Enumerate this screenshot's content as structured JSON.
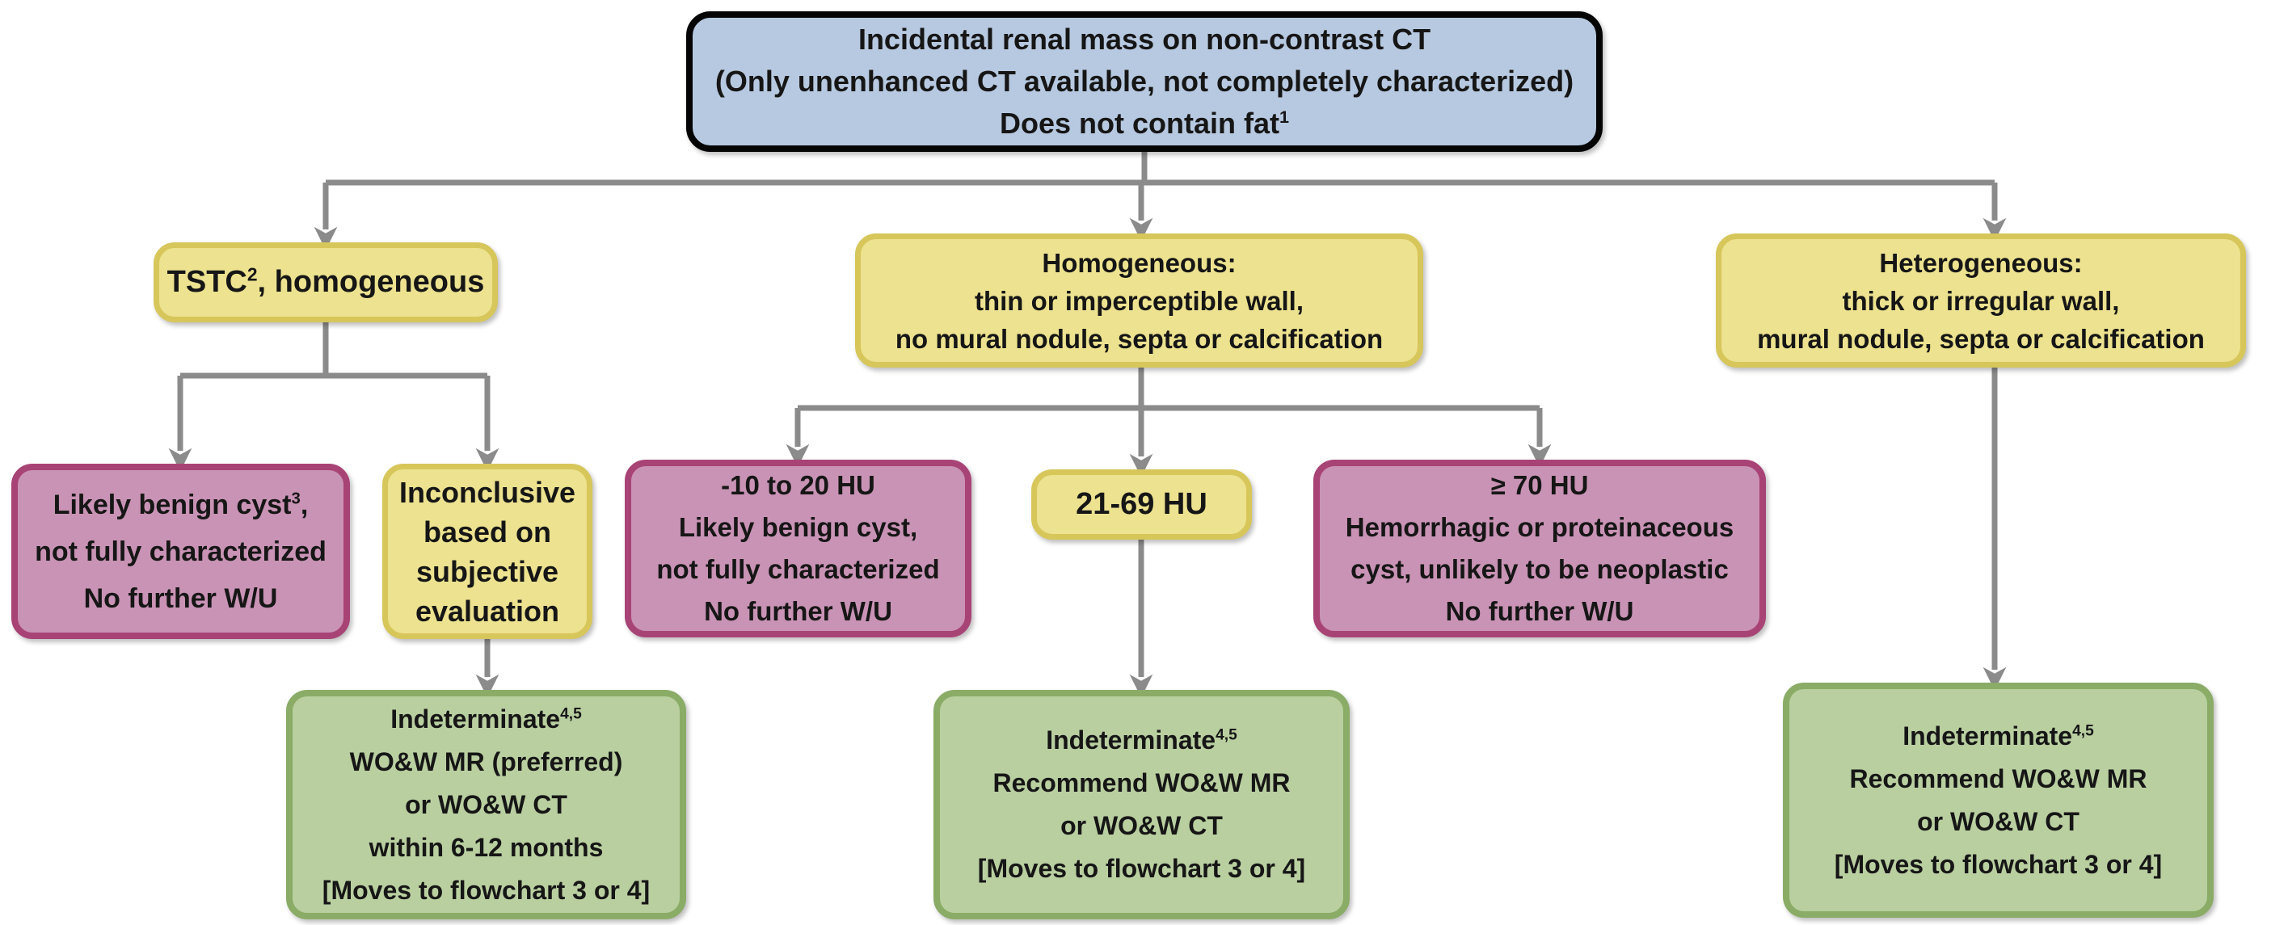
{
  "palette": {
    "background": "#ffffff",
    "connector": "#8b8b8b",
    "box_blue_fill": "#b7c9e0",
    "box_blue_border": "#050505",
    "box_yellow_fill": "#ece28f",
    "box_yellow_border": "#d7c65a",
    "box_pink_fill": "#c993b5",
    "box_pink_border": "#a84376",
    "box_green_fill": "#b9cfa0",
    "box_green_border": "#8aac66",
    "text_color": "#161616"
  },
  "nodes": {
    "root": {
      "title": "Incidental renal mass on non-contrast CT",
      "line2": "(Only unenhanced CT available, not completely characterized)",
      "line3_pre": "Does not contain fat",
      "line3_sup": "1"
    },
    "tstc": {
      "pre": "TSTC",
      "sup": "2",
      "post": ", homogeneous"
    },
    "homogeneous": {
      "lines": [
        "Homogeneous:",
        "thin or imperceptible wall,",
        "no mural nodule, septa or calcification"
      ]
    },
    "heterogeneous": {
      "lines": [
        "Heterogeneous:",
        "thick or irregular wall,",
        "mural nodule, septa or calcification"
      ]
    },
    "likely_benign_cyst": {
      "line1_pre": "Likely benign cyst",
      "line1_sup": "3",
      "line1_post": ",",
      "line2": "not fully characterized",
      "line3": "No further W/U"
    },
    "inconclusive": {
      "lines": [
        "Inconclusive",
        "based on",
        "subjective",
        "evaluation"
      ]
    },
    "hu_neg10_20": {
      "lines": [
        "-10 to 20 HU",
        "Likely benign cyst,",
        "not fully characterized",
        "No further W/U"
      ]
    },
    "hu_21_69": {
      "label": "21-69 HU"
    },
    "hu_ge70": {
      "lines": [
        "≥ 70 HU",
        "Hemorrhagic or proteinaceous",
        "cyst, unlikely to be neoplastic",
        "No further W/U"
      ]
    },
    "indeterminate_left": {
      "title_pre": "Indeterminate",
      "title_sup": "4,5",
      "lines": [
        "WO&W MR (preferred)",
        "or WO&W CT",
        "within 6-12 months",
        "[Moves to flowchart 3 or 4]"
      ]
    },
    "indeterminate_mid": {
      "title_pre": "Indeterminate",
      "title_sup": "4,5",
      "lines": [
        "Recommend WO&W MR",
        "or WO&W CT",
        "[Moves to flowchart 3 or 4]"
      ]
    },
    "indeterminate_right": {
      "title_pre": "Indeterminate",
      "title_sup": "4,5",
      "lines": [
        "Recommend WO&W MR",
        "or WO&W CT",
        "[Moves to flowchart 3 or 4]"
      ]
    }
  }
}
